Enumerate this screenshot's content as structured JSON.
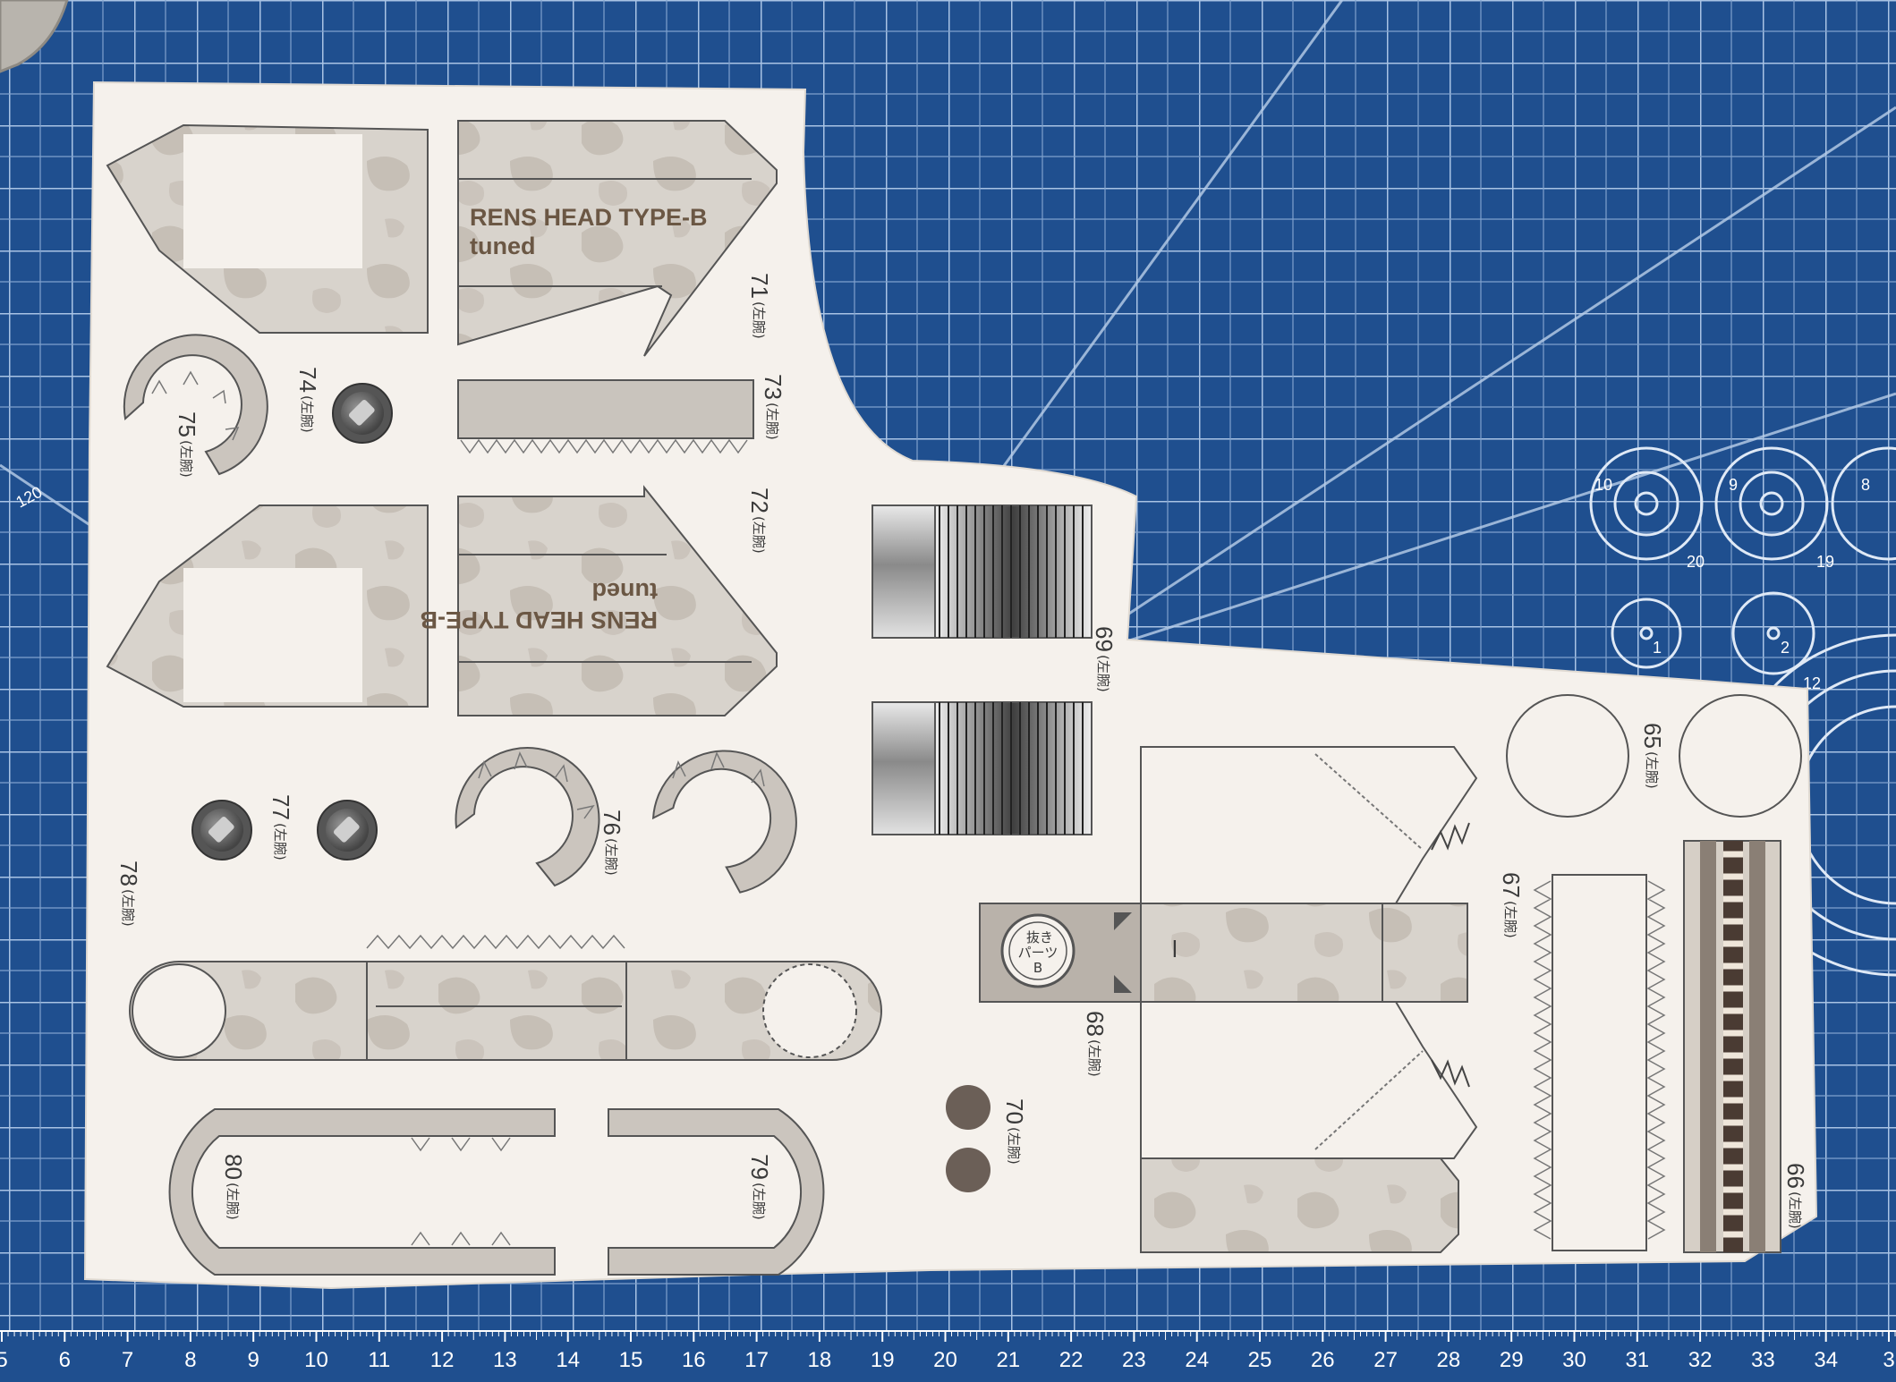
{
  "scene": {
    "subject": "Papercraft parts sheet on cutting mat",
    "colors": {
      "mat": "#1f4f8f",
      "mat_grid": "#a9c3e4",
      "paper": "#f5f1ec",
      "camo_base": "#d8d3cc",
      "camo_spot": "#c6bfb6",
      "parts_outline": "#555555",
      "dark_stripe": "#6a615a",
      "cylinder_light": "#e6e6e6",
      "cylinder_dark": "#555555",
      "title_text": "#6b5744"
    }
  },
  "sheet": {
    "title_line1": "RENS HEAD TYPE-B",
    "title_line2": "tuned",
    "part_labels": {
      "p65": "65",
      "p65j": "(左腕)",
      "p66": "66",
      "p66j": "(左腕)",
      "p67": "67",
      "p67j": "(左腕)",
      "p68": "68",
      "p68j": "(左腕)",
      "p69": "69",
      "p69j": "(左腕)",
      "p70": "70",
      "p70j": "(左腕)",
      "p71": "71",
      "p71j": "(左腕)",
      "p72": "72",
      "p72j": "(左腕)",
      "p73": "73",
      "p73j": "(左腕)",
      "p74": "74",
      "p74j": "(左腕)",
      "p75": "75",
      "p75j": "(左腕)",
      "p76": "76",
      "p76j": "(左腕)",
      "p77": "77",
      "p77j": "(左腕)",
      "p78": "78",
      "p78j": "(左腕)",
      "p79": "79",
      "p79j": "(左腕)",
      "p80": "80",
      "p80j": "(左腕)"
    },
    "badge_line1": "抜き",
    "badge_line2": "パーツ",
    "badge_line3": "B",
    "small_mark": "l"
  },
  "ruler": {
    "numbers": [
      "5",
      "6",
      "7",
      "8",
      "9",
      "10",
      "11",
      "12",
      "13",
      "14",
      "15",
      "16",
      "17",
      "18",
      "19",
      "20",
      "21",
      "22",
      "23",
      "24",
      "25",
      "26",
      "27",
      "28",
      "29",
      "30",
      "31",
      "32",
      "33",
      "34",
      "3"
    ]
  },
  "mat": {
    "angle_label": "120",
    "circle_labels": [
      "10",
      "9",
      "8",
      "20",
      "19",
      "1",
      "2",
      "12"
    ]
  }
}
